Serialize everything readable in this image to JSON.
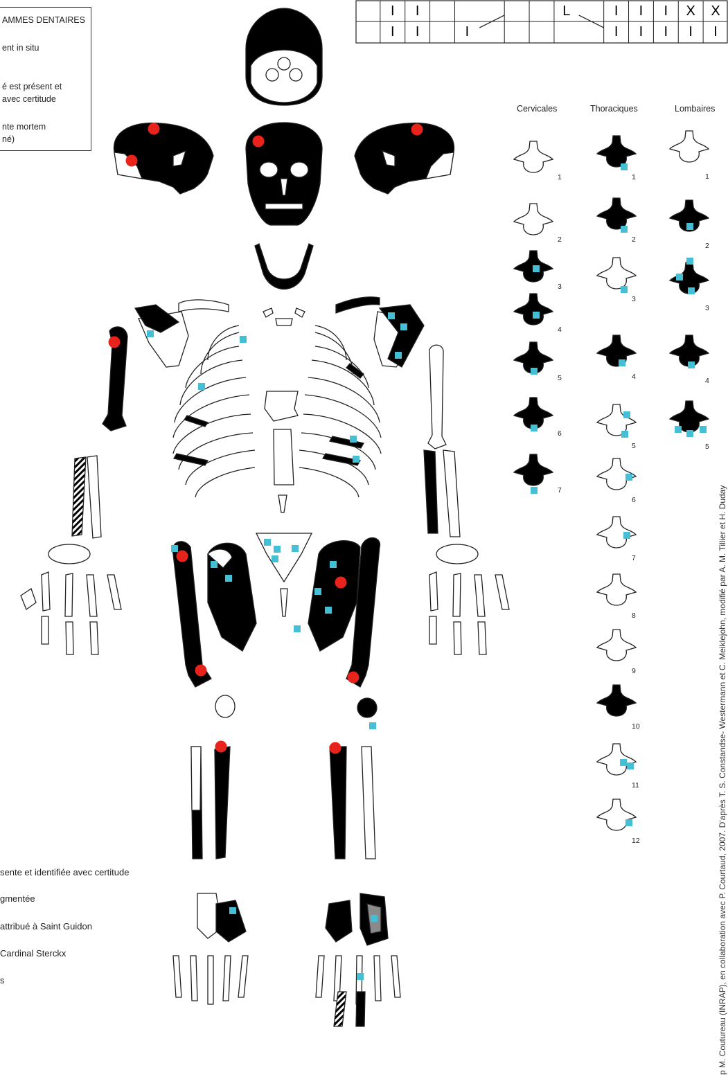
{
  "legend_top": {
    "lines": [
      "AMMES DENTAIRES",
      "ent in situ",
      "é est présent et",
      "avec certitude",
      "nte mortem",
      "né)"
    ]
  },
  "dental_chart": {
    "upper": [
      "",
      "I",
      "I",
      "",
      "",
      "/",
      "",
      "",
      "L",
      "\\",
      "I",
      "I",
      "I",
      "X",
      "X"
    ],
    "lower": [
      "",
      "I",
      "I",
      "",
      "I",
      "/",
      "",
      "",
      "",
      "\\",
      "I",
      "I",
      "I",
      "I",
      "I"
    ]
  },
  "vertebrae": {
    "cervicales": {
      "title": "Cervicales",
      "labels": [
        "1",
        "2",
        "3",
        "4",
        "5",
        "6",
        "7"
      ]
    },
    "thoraciques": {
      "title": "Thoraciques",
      "labels": [
        "1",
        "2",
        "3",
        "4",
        "5",
        "6",
        "7",
        "8",
        "9",
        "10",
        "11",
        "12"
      ]
    },
    "lombaires": {
      "title": "Lombaires",
      "labels": [
        "1",
        "2",
        "3",
        "4",
        "5"
      ]
    }
  },
  "bottom_legend": [
    "sente et identifiée avec certitude",
    "gmentée",
    "attribué à Saint Guidon",
    "Cardinal Sterckx",
    "s"
  ],
  "credit": "p M. Coutureau (INRAP), en collaboration avec P. Courtaud, 2007. D'après T. S. Constandse- Westermann et C. Meiklejohn, modifié par A. M. Tillier et H. Duday",
  "colors": {
    "present": "#000000",
    "fragment": "#8a8a8a",
    "red_marker": "#e8231b",
    "blue_marker": "#45bfd6",
    "absent": "#ffffff"
  }
}
